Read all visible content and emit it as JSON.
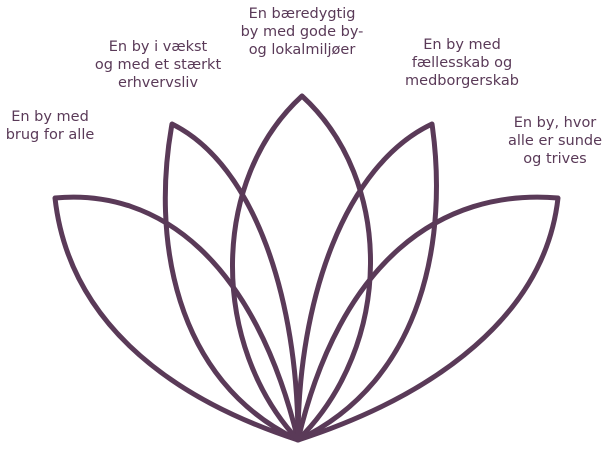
{
  "colors": {
    "petal_stroke": "#5a3a58",
    "label_text": "#5a3a58",
    "background": "#ffffff"
  },
  "labels": [
    "En by med\nbrug for alle",
    "En by i vækst\nog med et stærkt\nerhvervsliv",
    "En bæredygtig\nby med gode by-\nog lokalmiljøer",
    "En by med\nfællesskab og\nmedborgerskab",
    "En by, hvor\nalle er sunde\nog trives"
  ]
}
